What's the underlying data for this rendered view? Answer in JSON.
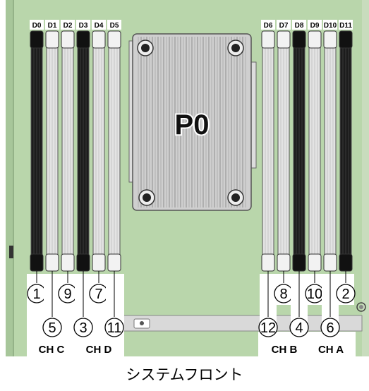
{
  "processor": {
    "label": "P0"
  },
  "caption": "システムフロント",
  "left_slots": [
    {
      "name": "D0",
      "order": "1",
      "filled": true,
      "channel_text": ""
    },
    {
      "name": "D1",
      "order": "5",
      "filled": false
    },
    {
      "name": "D2",
      "order": "9",
      "filled": false
    },
    {
      "name": "D3",
      "order": "3",
      "filled": true
    },
    {
      "name": "D4",
      "order": "7",
      "filled": false
    },
    {
      "name": "D5",
      "order": "11",
      "filled": false
    }
  ],
  "right_slots": [
    {
      "name": "D6",
      "order": "12",
      "filled": false
    },
    {
      "name": "D7",
      "order": "8",
      "filled": false
    },
    {
      "name": "D8",
      "order": "4",
      "filled": true
    },
    {
      "name": "D9",
      "order": "10",
      "filled": false
    },
    {
      "name": "D10",
      "order": "6",
      "filled": false
    },
    {
      "name": "D11",
      "order": "2",
      "filled": true
    }
  ],
  "channels": [
    "CH C",
    "CH D",
    "CH B",
    "CH A"
  ],
  "colors": {
    "board": "#b7d4a9",
    "board_edge": "#8fae82",
    "slot_black": "#1a1a1a",
    "slot_light": "#e4e4e4",
    "heatsink": "#c9c9c9"
  }
}
